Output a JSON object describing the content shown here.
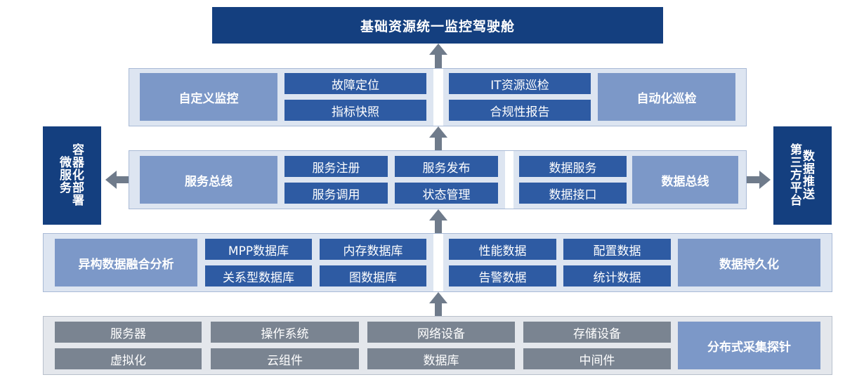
{
  "title": "基础资源统一监控驾驶舱",
  "monitor": {
    "custom": "自定义监控",
    "fault": "故障定位",
    "snapshot": "指标快照",
    "it_inspect": "IT资源巡检",
    "compliance": "合规性报告",
    "auto_inspect": "自动化巡检"
  },
  "bus": {
    "service_bus": "服务总线",
    "register": "服务注册",
    "publish": "服务发布",
    "invoke": "服务调用",
    "status": "状态管理",
    "data_service": "数据服务",
    "data_api": "数据接口",
    "data_bus": "数据总线"
  },
  "side": {
    "left_col1": "微服务",
    "left_col2": "容器化部署",
    "right_col1": "第三方平台",
    "right_col2": "数据推送"
  },
  "storage": {
    "fusion": "异构数据融合分析",
    "mpp": "MPP数据库",
    "memory": "内存数据库",
    "relational": "关系型数据库",
    "graph": "图数据库",
    "perf": "性能数据",
    "config": "配置数据",
    "alarm": "告警数据",
    "stats": "统计数据",
    "persist": "数据持久化"
  },
  "collect": {
    "server": "服务器",
    "os": "操作系统",
    "network": "网络设备",
    "storage_dev": "存储设备",
    "virtual": "虚拟化",
    "cloud": "云组件",
    "database": "数据库",
    "middleware": "中间件",
    "probe": "分布式采集探针"
  },
  "colors": {
    "navy": "#143f7f",
    "light_blue": "#7c98c8",
    "mid_blue": "#2e5ba3",
    "gray": "#7a8491",
    "arrow": "#6f7b8b"
  }
}
